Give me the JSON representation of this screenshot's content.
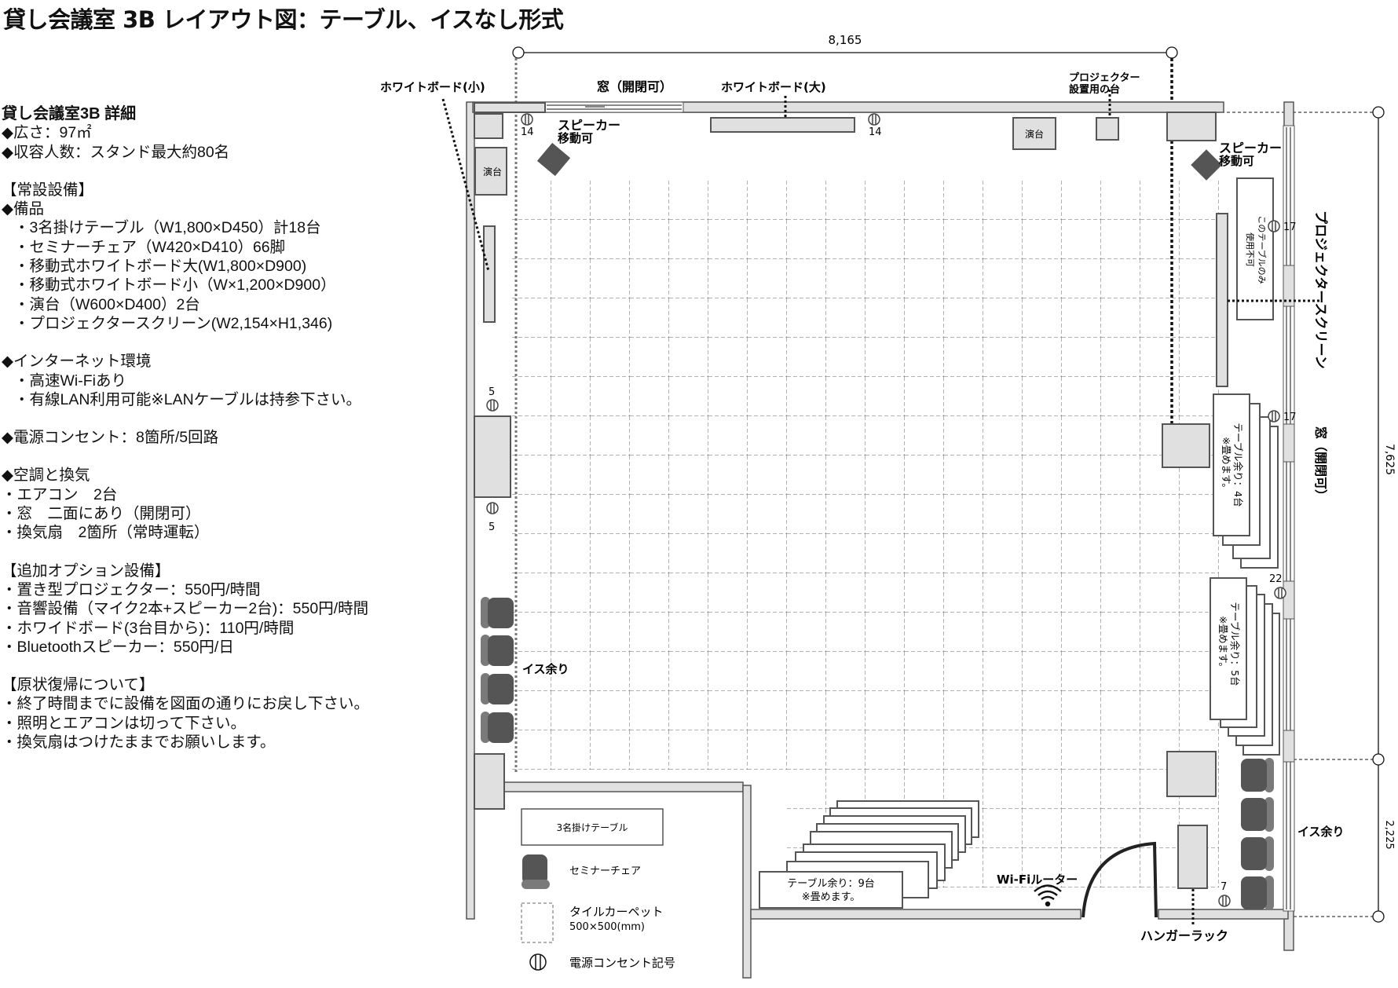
{
  "title": "貸し会議室 3B レイアウト図：テーブル、イスなし形式",
  "details": {
    "heading": "貸し会議室3B 詳細",
    "lines": [
      {
        "text": "◆広さ：97㎡",
        "indent": false
      },
      {
        "text": "◆収容人数：スタンド最大約80名",
        "indent": false
      },
      {
        "text": "",
        "indent": false
      },
      {
        "text": "【常設設備】",
        "indent": false
      },
      {
        "text": "◆備品",
        "indent": false
      },
      {
        "text": "・3名掛けテーブル（W1,800×D450）計18台",
        "indent": true
      },
      {
        "text": "・セミナーチェア（W420×D410）66脚",
        "indent": true
      },
      {
        "text": "・移動式ホワイトボード大(W1,800×D900)",
        "indent": true
      },
      {
        "text": "・移動式ホワイトボード小（W×1,200×D900）",
        "indent": true
      },
      {
        "text": "・演台（W600×D400）2台",
        "indent": true
      },
      {
        "text": "・プロジェクタースクリーン(W2,154×H1,346)",
        "indent": true
      },
      {
        "text": "",
        "indent": false
      },
      {
        "text": "◆インターネット環境",
        "indent": false
      },
      {
        "text": "・高速Wi-Fiあり",
        "indent": true
      },
      {
        "text": "・有線LAN利用可能※LANケーブルは持参下さい。",
        "indent": true
      },
      {
        "text": "",
        "indent": false
      },
      {
        "text": "◆電源コンセント：8箇所/5回路",
        "indent": false
      },
      {
        "text": "",
        "indent": false
      },
      {
        "text": "◆空調と換気",
        "indent": false
      },
      {
        "text": "・エアコン　2台",
        "indent": false
      },
      {
        "text": "・窓　二面にあり（開閉可）",
        "indent": false
      },
      {
        "text": "・換気扇　2箇所（常時運転）",
        "indent": false
      },
      {
        "text": "",
        "indent": false
      },
      {
        "text": "【追加オプション設備】",
        "indent": false
      },
      {
        "text": "・置き型プロジェクター：550円/時間",
        "indent": false
      },
      {
        "text": "・音響設備（マイク2本+スピーカー2台)：550円/時間",
        "indent": false
      },
      {
        "text": "・ホワイドボード(3台目から)：110円/時間",
        "indent": false
      },
      {
        "text": "・Bluetoothスピーカー：550円/日",
        "indent": false
      },
      {
        "text": "",
        "indent": false
      },
      {
        "text": "【原状復帰について】",
        "indent": false
      },
      {
        "text": "・終了時間までに設備を図面の通りにお戻し下さい。",
        "indent": false
      },
      {
        "text": "・照明とエアコンは切って下さい。",
        "indent": false
      },
      {
        "text": "・換気扇はつけたままでお願いします。",
        "indent": false
      }
    ]
  },
  "plan": {
    "dimensions": {
      "width": "8,165",
      "height_main": "7,625",
      "height_sub": "2,225"
    },
    "labels": {
      "whiteboard_small": "ホワイトボード(小)",
      "window_top": "窓（開閉可）",
      "whiteboard_large": "ホワイトボード(大)",
      "projector_stand_1": "プロジェクター",
      "projector_stand_2": "設置用の台",
      "speaker_1": "スピーカー",
      "speaker_2": "移動可",
      "podium": "演台",
      "projector_screen": "プロジェクタースクリーン",
      "window_right": "窓（開閉可）",
      "table_only_1": "このテーブルのみ",
      "table_only_2": "使用不可",
      "stack4_1": "テーブル余り：4台",
      "stack4_2": "※畳めます。",
      "stack5_1": "テーブル余り：5台",
      "stack5_2": "※畳めます。",
      "stack9_1": "テーブル余り：9台",
      "stack9_2": "※畳めます。",
      "chairs_left": "イス余り",
      "chairs_right": "イス余り",
      "wifi_router": "Wi-Fiルーター",
      "hanger_rack": "ハンガーラック"
    },
    "outlets": [
      {
        "id": "top-left",
        "label": "14"
      },
      {
        "id": "top-center",
        "label": "14"
      },
      {
        "id": "right-upper",
        "label": "17"
      },
      {
        "id": "right-middle",
        "label": "17"
      },
      {
        "id": "right-lower",
        "label": "22"
      },
      {
        "id": "left-upper",
        "label": "5"
      },
      {
        "id": "left-lower",
        "label": "5"
      },
      {
        "id": "bottom-right",
        "label": "7"
      }
    ],
    "legend": {
      "table": "3名掛けテーブル",
      "chair": "セミナーチェア",
      "carpet_1": "タイルカーペット",
      "carpet_2": "500×500(mm)",
      "outlet": "電源コンセント記号"
    },
    "colors": {
      "wall_fill": "#e0e0e0",
      "wall_stroke": "#555555",
      "chair_dark": "#555555",
      "chair_back": "#7a7a7a",
      "grid": "#666666"
    }
  }
}
